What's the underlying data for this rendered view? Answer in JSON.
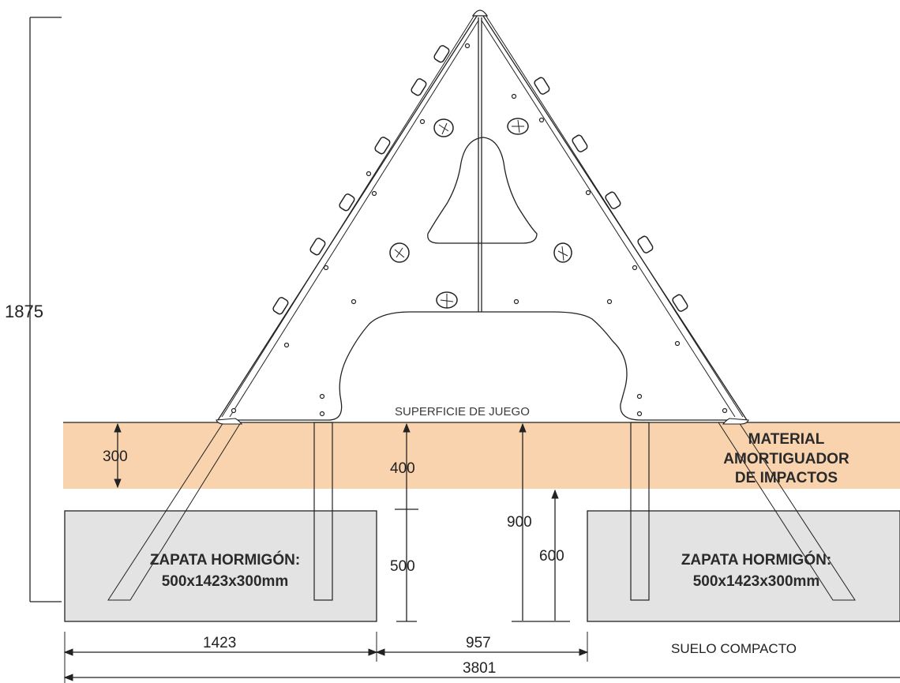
{
  "dimensions": {
    "total_height": "1875",
    "absorber_depth": "300",
    "absorber_post": "400",
    "footing_depth": "500",
    "total_embed": "900",
    "post_embed": "600",
    "footing_width": "1423",
    "gap_width": "957",
    "total_width": "3801"
  },
  "labels": {
    "play_surface": "SUPERFICIE DE JUEGO",
    "impact_material": [
      "MATERIAL",
      "AMORTIGUADOR",
      "DE IMPACTOS"
    ],
    "footing_left": [
      "ZAPATA HORMIGÓN:",
      "500x1423x300mm"
    ],
    "footing_right": [
      "ZAPATA HORMIGÓN:",
      "500x1423x300mm"
    ],
    "compact_soil": "SUELO COMPACTO"
  },
  "colors": {
    "impact_material": "#f8d3ae",
    "footing": "#e3e3e3",
    "line": "#222222"
  }
}
